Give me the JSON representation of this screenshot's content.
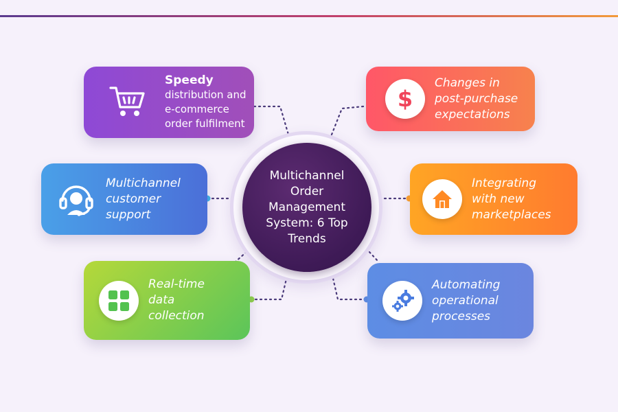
{
  "center": {
    "title": "Multichannel Order Management System: 6 Top Trends"
  },
  "items": [
    {
      "id": "speedy-distribution",
      "lead": "Speedy",
      "text": "distribution and e-commerce order fulfilment",
      "icon": "shopping-cart-icon"
    },
    {
      "id": "customer-support",
      "text": "Multichannel customer support",
      "icon": "headset-agent-icon"
    },
    {
      "id": "data-collection",
      "text": "Real-time data collection",
      "icon": "grid-tiles-icon"
    },
    {
      "id": "post-purchase",
      "text": "Changes in post-purchase expectations",
      "icon": "dollar-icon"
    },
    {
      "id": "marketplaces",
      "text": "Integrating with new marketplaces",
      "icon": "house-icon"
    },
    {
      "id": "automation",
      "text": "Automating operational processes",
      "icon": "gears-icon"
    }
  ],
  "colors": {
    "hub": "#3e1a56",
    "purple_card": "#8e49d6",
    "blue_card": "#4b8ee2",
    "green_card": "#7fcf48",
    "red_card": "#ff5e63",
    "orange_card": "#ff8f2a",
    "periwinkle_card": "#6389e2",
    "connector": "#4a3a7a"
  }
}
